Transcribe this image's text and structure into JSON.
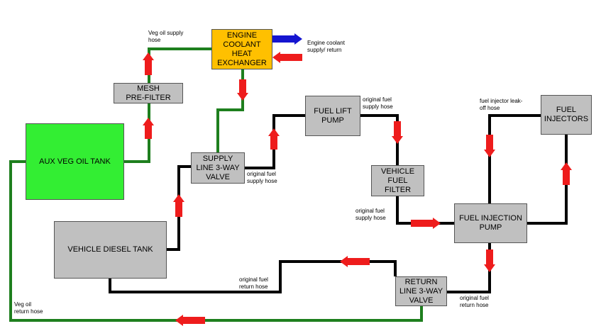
{
  "colors": {
    "veg_oil_line": "#1e7f1e",
    "diesel_line": "#000000",
    "arrow": "#ee1c1c",
    "coolant_supply_arrow": "#1515d0",
    "box_default": "#c0c0c0",
    "aux_tank": "#33ee33",
    "heat_exchanger": "#ffc000"
  },
  "components": {
    "heat_exchanger": "ENGINE\nCOOLANT\nHEAT\nEXCHANGER",
    "mesh_prefilter": "MESH\nPRE-FILTER",
    "aux_veg_oil_tank": "AUX VEG OIL TANK",
    "supply_valve": "SUPPLY\nLINE 3-WAY\nVALVE",
    "fuel_lift_pump": "FUEL LIFT\nPUMP",
    "vehicle_fuel_filter": "VEHICLE\nFUEL\nFILTER",
    "fuel_injectors": "FUEL\nINJECTORS",
    "fuel_injection_pump": "FUEL INJECTION\nPUMP",
    "vehicle_diesel_tank": "VEHICLE DIESEL TANK",
    "return_valve": "RETURN\nLINE 3-WAY\nVALVE"
  },
  "labels": {
    "veg_oil_supply_hose": "Veg oil supply\nhose",
    "engine_coolant_supply_return": "Engine coolant\nsupply/ return",
    "orig_fuel_supply_hose_lift": "original fuel\nsupply hose",
    "fuel_injector_leakoff_hose": "fuel injector leak-\noff hose",
    "orig_fuel_supply_hose_valve": "original fuel\nsupply hose",
    "orig_fuel_supply_hose_filter": "original fuel\nsupply hose",
    "orig_fuel_return_hose_tank": "original fuel\nreturn hose",
    "orig_fuel_return_hose_valve": "original fuel\nreturn hose",
    "veg_oil_return_hose": "Veg oil\nreturn hose"
  }
}
